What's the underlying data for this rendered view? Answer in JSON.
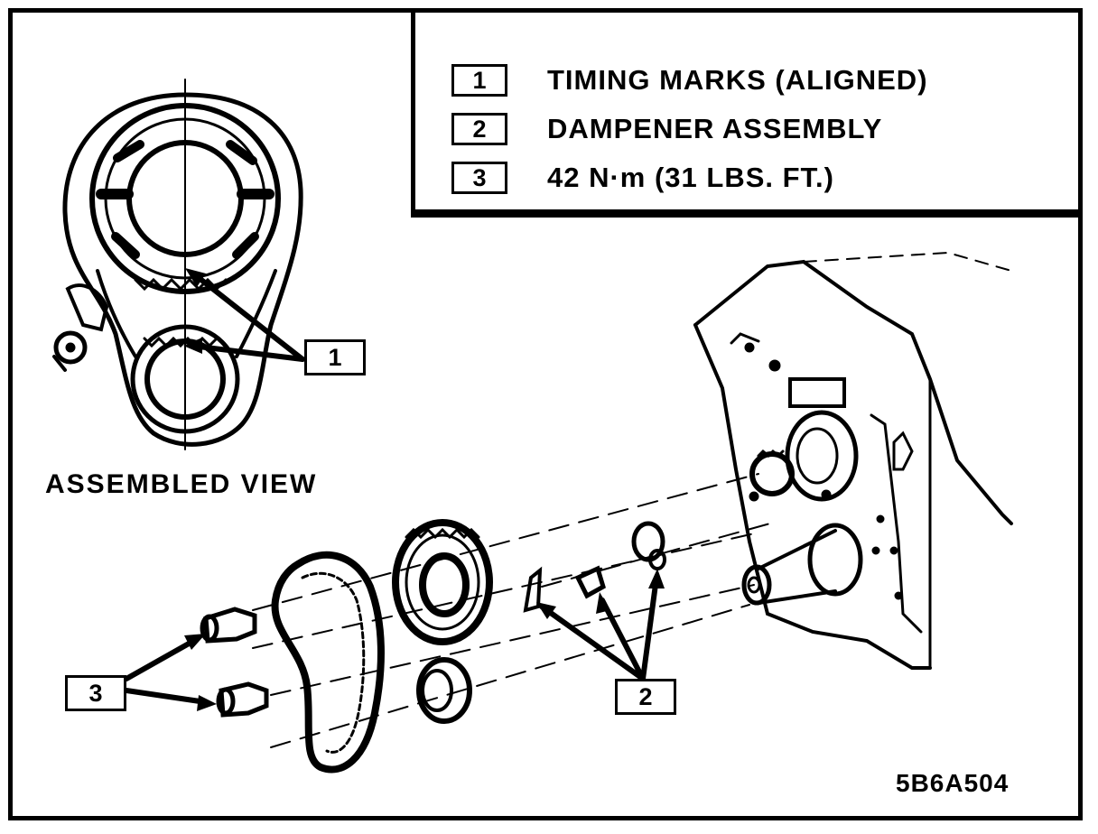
{
  "legend": {
    "items": [
      {
        "number": "1",
        "text": "TIMING MARKS (ALIGNED)"
      },
      {
        "number": "2",
        "text": "DAMPENER ASSEMBLY"
      },
      {
        "number": "3",
        "text": "42 N·m (31 LBS. FT.)"
      }
    ]
  },
  "callouts": {
    "timing_marks": "1",
    "dampener": "2",
    "bolts": "3"
  },
  "captions": {
    "assembled_view": "ASSEMBLED VIEW",
    "figure_code": "5B6A504"
  }
}
